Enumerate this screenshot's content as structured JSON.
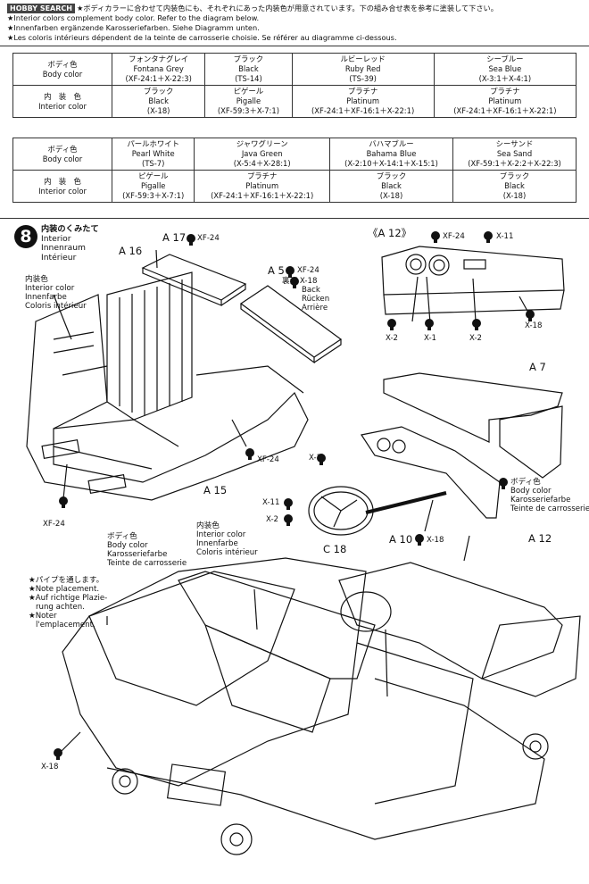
{
  "notes": {
    "watermark": "HOBBY SEARCH",
    "lines": [
      "★ボディカラーに合わせて内装色にも、それぞれにあった内装色が用意されています。下の組み合せ表を参考に塗装して下さい。",
      "★Interior colors complement body color. Refer to the diagram below.",
      "★Innenfarben ergänzende Karosseriefarben. Siehe Diagramm unten.",
      "★Les coloris intérieurs dépendent de la teinte de carrosserie choisie. Se référer au diagramme ci-dessous."
    ]
  },
  "table1": {
    "row_body": {
      "header": [
        "ボディ色",
        "Body color"
      ],
      "cells": [
        [
          "フォンタナグレイ",
          "Fontana Grey",
          "(XF-24:1＋X-22:3)"
        ],
        [
          "ブラック",
          "Black",
          "(TS-14)"
        ],
        [
          "ルビーレッド",
          "Ruby Red",
          "(TS-39)"
        ],
        [
          "シーブルー",
          "Sea Blue",
          "(X-3:1＋X-4:1)"
        ]
      ]
    },
    "row_interior": {
      "header": [
        "内　装　色",
        "Interior color"
      ],
      "cells": [
        [
          "ブラック",
          "Black",
          "(X-18)"
        ],
        [
          "ピゲール",
          "Pigalle",
          "(XF-59:3＋X-7:1)"
        ],
        [
          "プラチナ",
          "Platinum",
          "(XF-24:1＋XF-16:1＋X-22:1)"
        ],
        [
          "プラチナ",
          "Platinum",
          "(XF-24:1＋XF-16:1＋X-22:1)"
        ]
      ]
    }
  },
  "table2": {
    "row_body": {
      "header": [
        "ボディ色",
        "Body color"
      ],
      "cells": [
        [
          "パールホワイト",
          "Pearl White",
          "(TS-7)"
        ],
        [
          "ジャワグリーン",
          "Java Green",
          "(X-5:4＋X-28:1)"
        ],
        [
          "バハマブルー",
          "Bahama Blue",
          "(X-2:10＋X-14:1＋X-15:1)"
        ],
        [
          "シーサンド",
          "Sea Sand",
          "(XF-59:1＋X-2:2＋X-22:3)"
        ]
      ]
    },
    "row_interior": {
      "header": [
        "内　装　色",
        "Interior color"
      ],
      "cells": [
        [
          "ピゲール",
          "Pigalle",
          "(XF-59:3＋X-7:1)"
        ],
        [
          "プラチナ",
          "Platinum",
          "(XF-24:1＋XF-16:1＋X-22:1)"
        ],
        [
          "ブラック",
          "Black",
          "(X-18)"
        ],
        [
          "ブラック",
          "Black",
          "(X-18)"
        ]
      ]
    }
  },
  "step": {
    "number": "8",
    "title_lines": [
      "内装のくみたて",
      "Interior",
      "Innenraum",
      "Intérieur"
    ]
  },
  "labels": {
    "a17": "A 17",
    "a17_paint": "XF-24",
    "a16": "A 16",
    "a5": "A 5",
    "a5_paint": "XF-24",
    "a5_back": [
      "裏面 X-18",
      "Back",
      "Rücken",
      "Arrière"
    ],
    "interior_color_left": [
      "内装色",
      "Interior color",
      "Innenfarbe",
      "Coloris intérieur"
    ],
    "xf24_seat": "XF-24",
    "xf24_floor": "XF-24",
    "a15": "A 15",
    "body_color_left": [
      "ボディ色",
      "Body color",
      "Karosseriefarbe",
      "Teinte de carrosserie"
    ],
    "interior_color_mid": [
      "内装色",
      "Interior color",
      "Innenfarbe",
      "Coloris intérieur"
    ],
    "a12_title": "《A 12》",
    "a12_xf24": "XF-24",
    "a12_x11": "X-11",
    "a12_x18": "X-18",
    "a12_x2a": "X-2",
    "a12_x1": "X-1",
    "a12_x2b": "X-2",
    "a7": "A 7",
    "body_color_right": [
      "ボディ色",
      "Body color",
      "Karosseriefarbe",
      "Teinte de carrosserie"
    ],
    "x1_wheel": "X-1",
    "x11_wheel": "X-11",
    "x2_wheel": "X-2",
    "c18": "C 18",
    "a10": "A 10",
    "a10_paint": "X-18",
    "a12": "A 12",
    "pipe_note": [
      "★パイプを通します。",
      "★Note placement.",
      "★Auf richtige Plazie-",
      "rung achten.",
      "★Noter",
      "l'emplacement."
    ],
    "x18_bottom": "X-18"
  }
}
